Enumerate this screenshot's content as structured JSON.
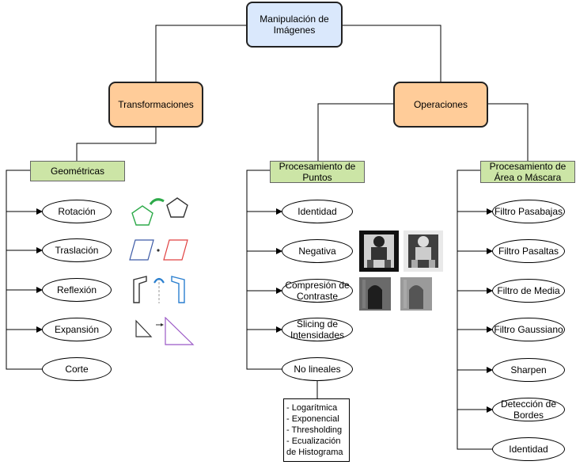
{
  "root": {
    "label": "Manipulación de\nImágenes"
  },
  "branches": {
    "transformaciones": "Transformaciones",
    "operaciones": "Operaciones"
  },
  "categories": {
    "geometricas": "Geométricas",
    "puntos": "Procesamiento de\nPuntos",
    "area": "Procesamiento de\nÁrea o Máscara"
  },
  "geometricas_items": [
    "Rotación",
    "Traslación",
    "Reflexión",
    "Expansión",
    "Corte"
  ],
  "puntos_items": [
    "Identidad",
    "Negativa",
    "Compresión de\nContraste",
    "Slicing de\nIntensidades",
    "No lineales"
  ],
  "area_items": [
    "Filtro Pasabajas",
    "Filtro Pasaltas",
    "Filtro de Media",
    "Filtro Gaussiano",
    "Sharpen",
    "Detección de\nBordes",
    "Identidad"
  ],
  "no_lineales_list": "- Logarítmica\n- Exponencial\n- Thresholding\n- Ecualización\nde Histograma",
  "icons": [
    "rotation-icon",
    "translation-icon",
    "reflection-icon",
    "expansion-icon",
    "negative-photo-icon",
    "contrast-photo-icon"
  ],
  "colors": {
    "root_fill": "#dae8fc",
    "branch_fill": "#ffcc99",
    "category_fill": "#cce5a6"
  }
}
